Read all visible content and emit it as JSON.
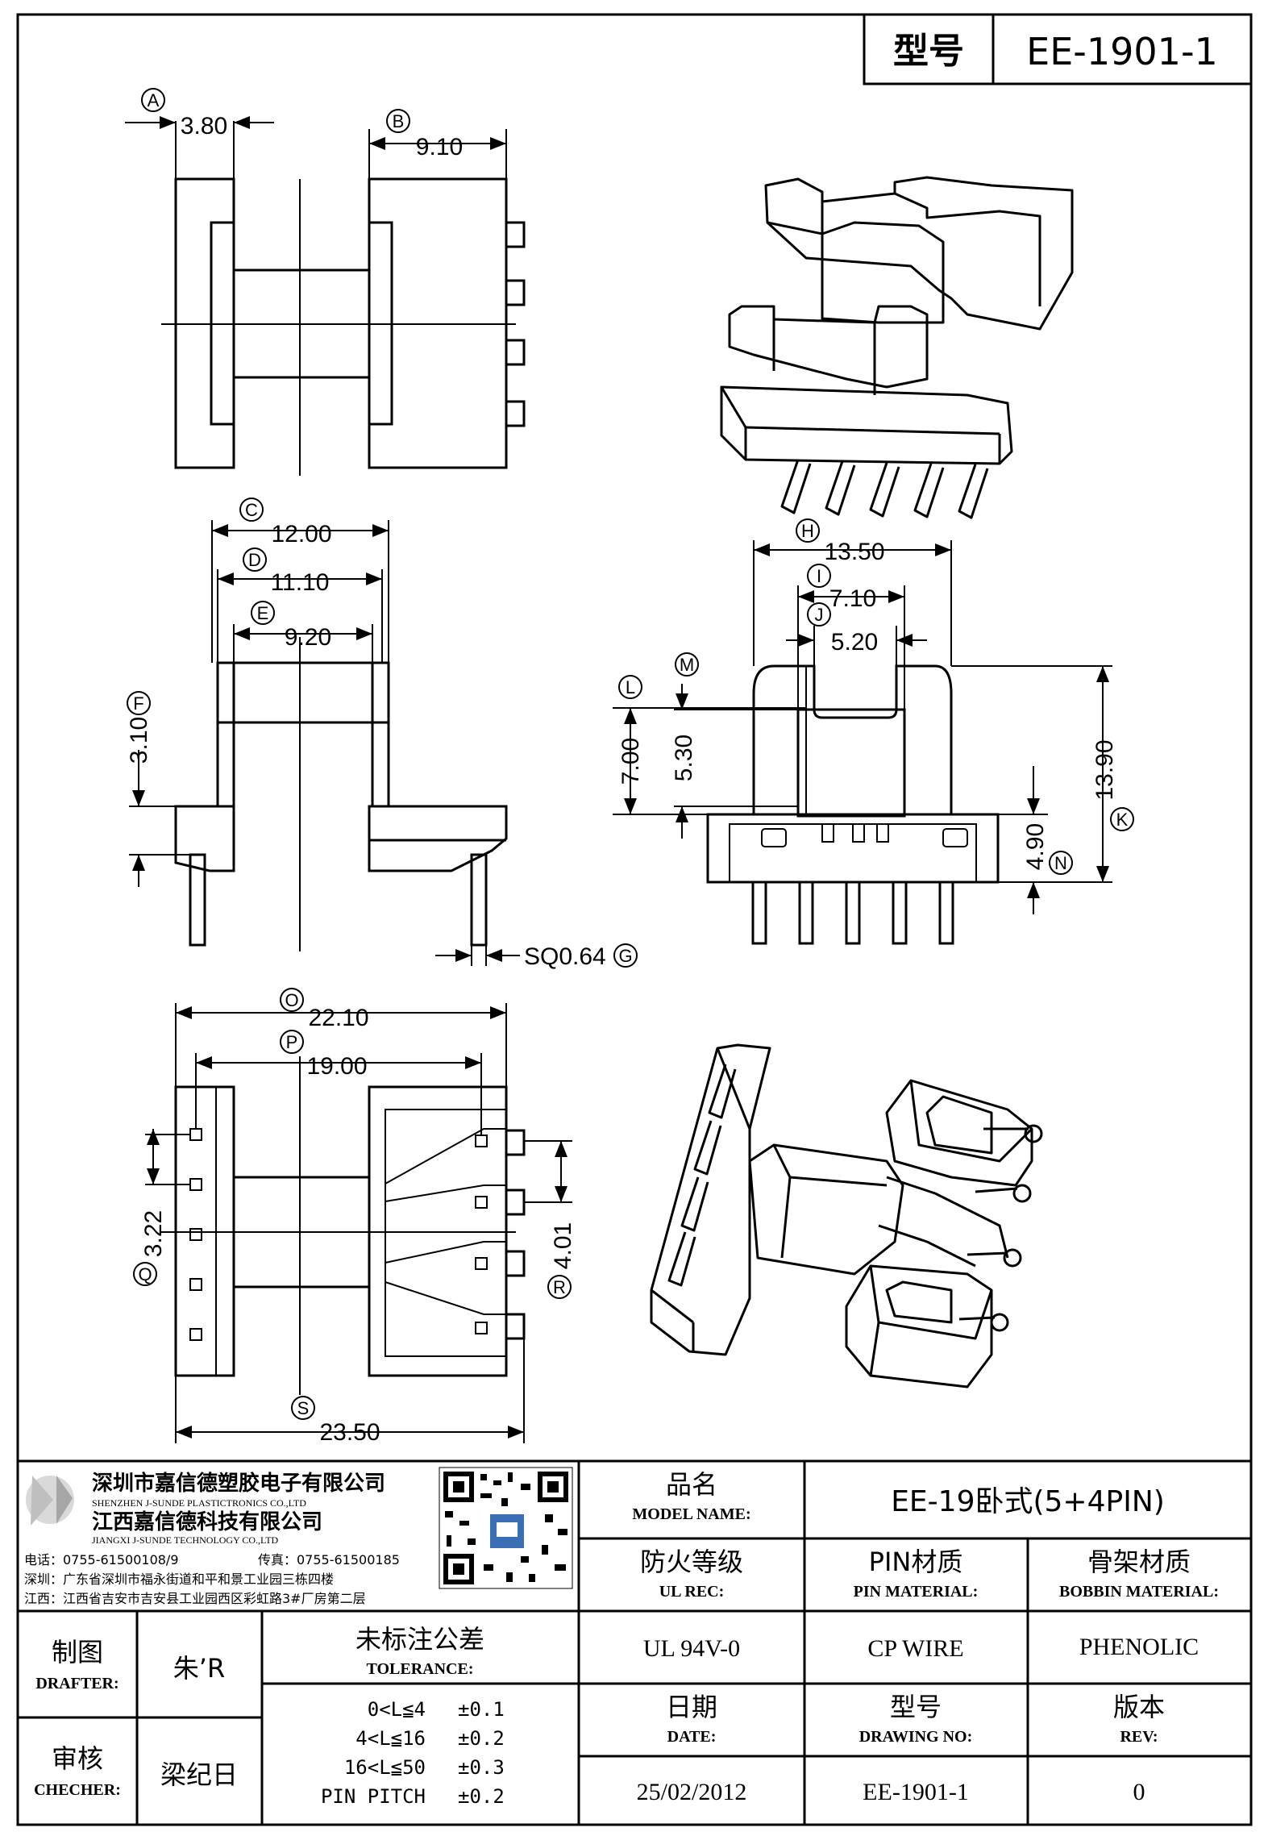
{
  "header": {
    "model_label": "型号",
    "model_value": "EE-1901-1"
  },
  "dimensions": {
    "A": {
      "tag": "A",
      "value": "3.80"
    },
    "B": {
      "tag": "B",
      "value": "9.10"
    },
    "C": {
      "tag": "C",
      "value": "12.00"
    },
    "D": {
      "tag": "D",
      "value": "11.10"
    },
    "E": {
      "tag": "E",
      "value": "9.20"
    },
    "F": {
      "tag": "F",
      "value": "3.10"
    },
    "G": {
      "tag": "G",
      "value": "SQ0.64"
    },
    "H": {
      "tag": "H",
      "value": "13.50"
    },
    "I": {
      "tag": "I",
      "value": "7.10"
    },
    "J": {
      "tag": "J",
      "value": "5.20"
    },
    "K": {
      "tag": "K",
      "value": "13.90"
    },
    "L": {
      "tag": "L",
      "value": "7.00"
    },
    "M": {
      "tag": "M",
      "value": "5.30"
    },
    "N": {
      "tag": "N",
      "value": "4.90"
    },
    "O": {
      "tag": "O",
      "value": "22.10"
    },
    "P": {
      "tag": "P",
      "value": "19.00"
    },
    "Q": {
      "tag": "Q",
      "value": "3.22"
    },
    "R": {
      "tag": "R",
      "value": "4.01"
    },
    "S": {
      "tag": "S",
      "value": "23.50"
    }
  },
  "company": {
    "name_cn_1": "深圳市嘉信德塑胶电子有限公司",
    "name_en_1": "SHENZHEN J-SUNDE PLASTICTRONICS CO.,LTD",
    "name_cn_2": "江西嘉信德科技有限公司",
    "name_en_2": "JIANGXI J-SUNDE TECHNOLOGY CO.,LTD",
    "phone": "电话：0755-61500108/9",
    "fax": "传真：0755-61500185",
    "addr_sz": "深圳：广东省深圳市福永街道和平和景工业园三栋四楼",
    "addr_jx": "江西：江西省吉安市吉安县工业园西区彩虹路3#厂房第二层"
  },
  "title_block": {
    "model_name_zh": "品名",
    "model_name_en": "MODEL NAME:",
    "model_name_value": "EE-19卧式(5+4PIN)",
    "ul_zh": "防火等级",
    "ul_en": "UL REC:",
    "pin_zh": "PIN材质",
    "pin_en": "PIN MATERIAL:",
    "bobbin_zh": "骨架材质",
    "bobbin_en": "BOBBIN MATERIAL:",
    "ul_value": "UL 94V-0",
    "pin_value": "CP WIRE",
    "bobbin_value": "PHENOLIC",
    "date_zh": "日期",
    "date_en": "DATE:",
    "drawing_zh": "型号",
    "drawing_en": "DRAWING NO:",
    "rev_zh": "版本",
    "rev_en": "REV:",
    "date_value": "25/02/2012",
    "drawing_value": "EE-1901-1",
    "rev_value": "0",
    "drafter_zh": "制图",
    "drafter_en": "DRAFTER:",
    "drafter_value": "朱’R",
    "checker_zh": "审核",
    "checker_en": "CHECHER:",
    "checker_value": "梁纪日",
    "tol_zh": "未标注公差",
    "tol_en": "TOLERANCE:",
    "tolerances": [
      {
        "range": "0<L≦4",
        "value": "±0.1"
      },
      {
        "range": "4<L≦16",
        "value": "±0.2"
      },
      {
        "range": "16<L≦50",
        "value": "±0.3"
      },
      {
        "range": "PIN PITCH",
        "value": "±0.2"
      }
    ]
  }
}
